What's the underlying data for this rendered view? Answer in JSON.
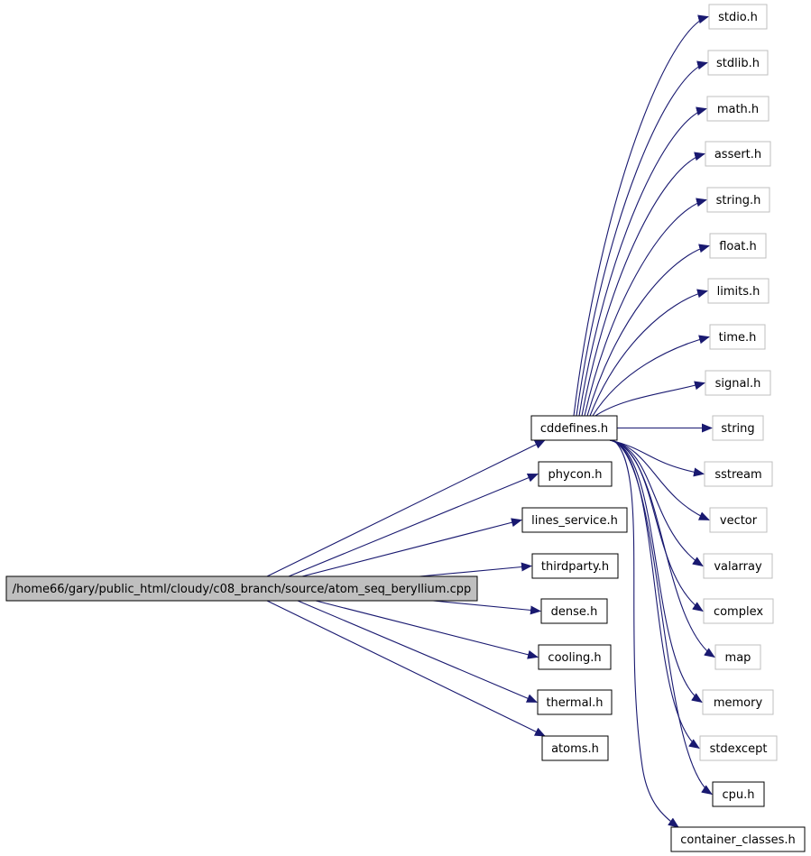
{
  "graph": {
    "root": "/home66/gary/public_html/cloudy/c08_branch/source/atom_seq_beryllium.cpp",
    "direct_includes": [
      "cddefines.h",
      "phycon.h",
      "lines_service.h",
      "thirdparty.h",
      "dense.h",
      "cooling.h",
      "thermal.h",
      "atoms.h"
    ],
    "cddefines_includes": [
      "stdio.h",
      "stdlib.h",
      "math.h",
      "assert.h",
      "string.h",
      "float.h",
      "limits.h",
      "time.h",
      "signal.h",
      "string",
      "sstream",
      "vector",
      "valarray",
      "complex",
      "map",
      "memory",
      "stdexcept",
      "cpu.h",
      "container_classes.h"
    ],
    "documented_nodes": [
      "cddefines.h",
      "phycon.h",
      "lines_service.h",
      "thirdparty.h",
      "dense.h",
      "cooling.h",
      "thermal.h",
      "atoms.h",
      "cpu.h",
      "container_classes.h"
    ]
  },
  "colors": {
    "edge": "#191970",
    "root_fill": "#bfbfbf",
    "documented_border": "#000000",
    "undocumented_border": "#bfbfbf",
    "text": "#000000"
  }
}
